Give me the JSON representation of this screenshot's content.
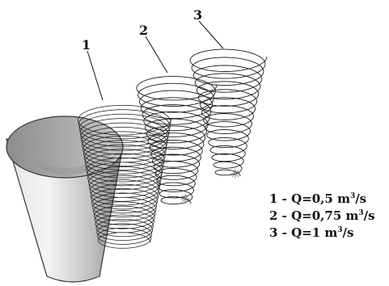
{
  "labels": [
    "1",
    "2",
    "3"
  ],
  "legend": {
    "items": [
      {
        "id": "1",
        "sep": " - ",
        "q": "Q=0,5 m",
        "exp": "3",
        "unit": "/s"
      },
      {
        "id": "2",
        "sep": " - ",
        "q": "Q=0,75 m",
        "exp": "3",
        "unit": "/s"
      },
      {
        "id": "3",
        "sep": " - ",
        "q": "Q=1 m",
        "exp": "3",
        "unit": "/s"
      }
    ]
  },
  "colors": {
    "line": "#1a1a1a",
    "funnel_light": "#f0f0f0",
    "funnel_mid": "#c9c9c9",
    "funnel_dark": "#6f6f6f"
  }
}
